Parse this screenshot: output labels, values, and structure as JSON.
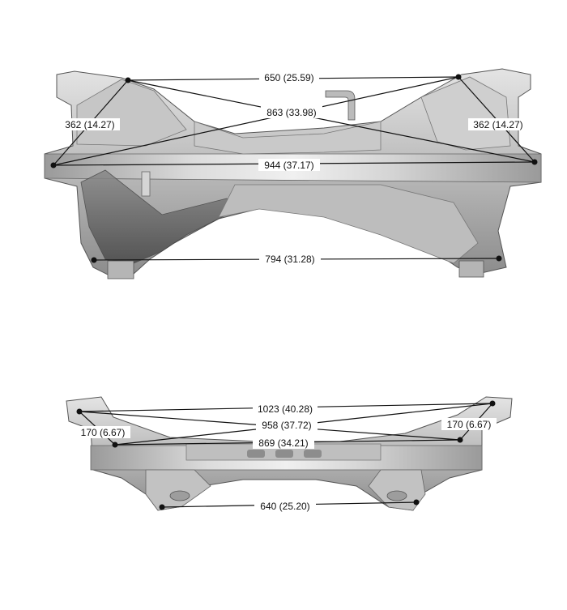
{
  "top_view": {
    "dimensions": {
      "d650": "650 (25.59)",
      "d863": "863 (33.98)",
      "d362_left": "362 (14.27)",
      "d362_right": "362 (14.27)",
      "d944": "944 (37.17)",
      "d794": "794 (31.28)"
    }
  },
  "bottom_view": {
    "dimensions": {
      "d1023": "1023 (40.28)",
      "d958": "958 (37.72)",
      "d170_left": "170 (6.67)",
      "d170_right": "170 (6.67)",
      "d869": "869 (34.21)",
      "d640": "640 (25.20)"
    }
  },
  "colors": {
    "metal_light": "#d9d9d9",
    "metal_mid": "#a8a8a8",
    "metal_dark": "#6e6e6e",
    "line": "#111111"
  }
}
